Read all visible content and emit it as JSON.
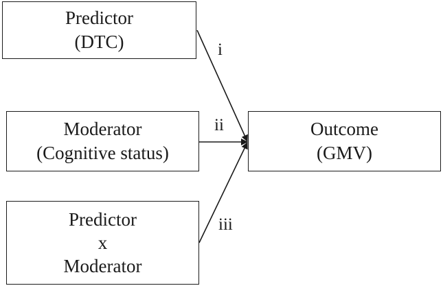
{
  "boxes": {
    "predictor": {
      "line1": "Predictor",
      "line2": "(DTC)"
    },
    "moderator": {
      "line1": "Moderator",
      "line2": "(Cognitive status)"
    },
    "interaction": {
      "line1": "Predictor",
      "line2": "x",
      "line3": "Moderator"
    },
    "outcome": {
      "line1": "Outcome",
      "line2": "(GMV)"
    }
  },
  "paths": {
    "i": "i",
    "ii": "ii",
    "iii": "iii"
  }
}
